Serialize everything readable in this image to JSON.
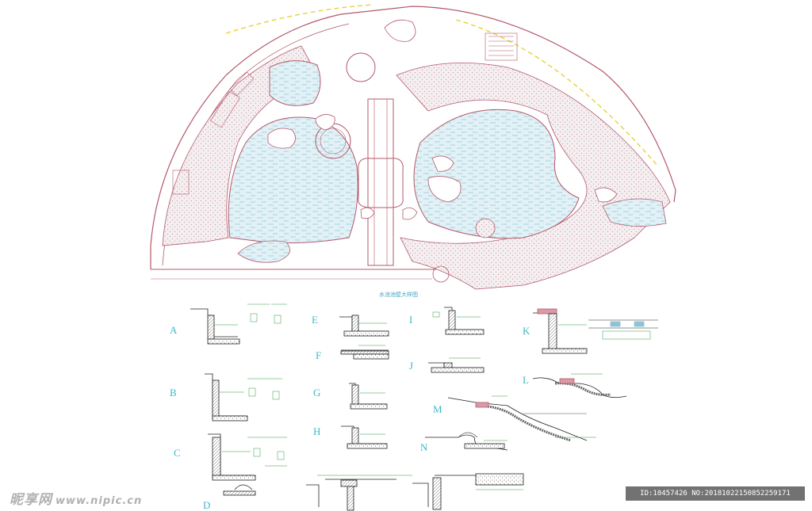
{
  "plan": {
    "title": "水池池壁大样图"
  },
  "section_labels": [
    "A",
    "B",
    "C",
    "D",
    "E",
    "F",
    "G",
    "H",
    "I",
    "J",
    "K",
    "L",
    "M",
    "N"
  ],
  "colors": {
    "outline": "#b4586a",
    "water": "#d8ecf2",
    "water_line": "#8cc4d6",
    "section_line": "#222222",
    "dimension": "#2e9e3c",
    "label": "#3fb8c8",
    "accent_yellow": "#e6d23c"
  },
  "watermark": {
    "brand": "昵享网",
    "site": "www.nipic.cn",
    "id_text": "ID:10457426 NO:20181022150852259171"
  }
}
